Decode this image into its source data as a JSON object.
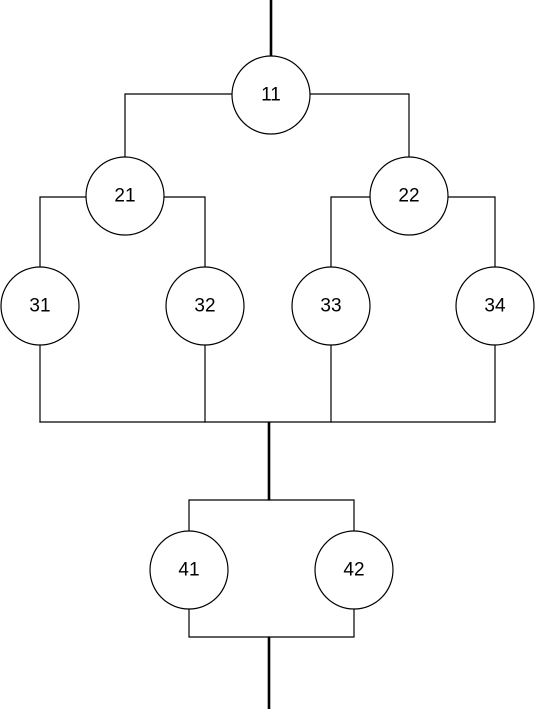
{
  "diagram": {
    "nodes": [
      {
        "id": "11",
        "label": "11"
      },
      {
        "id": "21",
        "label": "21"
      },
      {
        "id": "22",
        "label": "22"
      },
      {
        "id": "31",
        "label": "31"
      },
      {
        "id": "32",
        "label": "32"
      },
      {
        "id": "33",
        "label": "33"
      },
      {
        "id": "34",
        "label": "34"
      },
      {
        "id": "41",
        "label": "41"
      },
      {
        "id": "42",
        "label": "42"
      }
    ],
    "connections": [
      {
        "from": "input",
        "to": "11"
      },
      {
        "from": "11",
        "to": "21"
      },
      {
        "from": "11",
        "to": "22"
      },
      {
        "from": "21",
        "to": "31"
      },
      {
        "from": "21",
        "to": "32"
      },
      {
        "from": "22",
        "to": "33"
      },
      {
        "from": "22",
        "to": "34"
      },
      {
        "from": "31",
        "to": "join"
      },
      {
        "from": "32",
        "to": "join"
      },
      {
        "from": "33",
        "to": "join"
      },
      {
        "from": "34",
        "to": "join"
      },
      {
        "from": "join",
        "to": "41"
      },
      {
        "from": "join",
        "to": "42"
      },
      {
        "from": "41",
        "to": "output"
      },
      {
        "from": "42",
        "to": "output"
      }
    ]
  }
}
